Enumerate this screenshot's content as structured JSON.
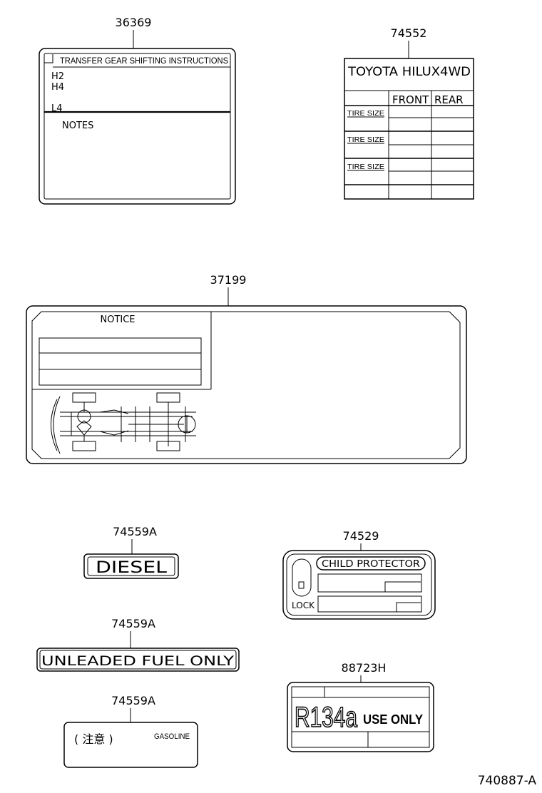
{
  "labels": {
    "transfer": {
      "part_number": "36369",
      "title": "TRANSFER GEAR SHIFTING INSTRUCTIONS",
      "h2": "H2",
      "h4": "H4",
      "l4": "L4",
      "notes": "NOTES"
    },
    "tire": {
      "part_number": "74552",
      "title": "TOYOTA HILUX4WD",
      "front": "FRONT",
      "rear": "REAR",
      "tire_size": "TIRE SIZE"
    },
    "notice": {
      "part_number": "37199",
      "title": "NOTICE"
    },
    "diesel": {
      "part_number": "74559A",
      "text": "DIESEL"
    },
    "unleaded": {
      "part_number": "74559A",
      "text": "UNLEADED FUEL ONLY"
    },
    "gasoline": {
      "part_number": "74559A",
      "caution": "( 注意 )",
      "text": "GASOLINE"
    },
    "child": {
      "part_number": "74529",
      "title": "CHILD PROTECTOR",
      "lock": "LOCK"
    },
    "r134a": {
      "part_number": "88723H",
      "big": "R134a",
      "use_only": "USE ONLY"
    }
  },
  "drawing_number": "740887-A"
}
